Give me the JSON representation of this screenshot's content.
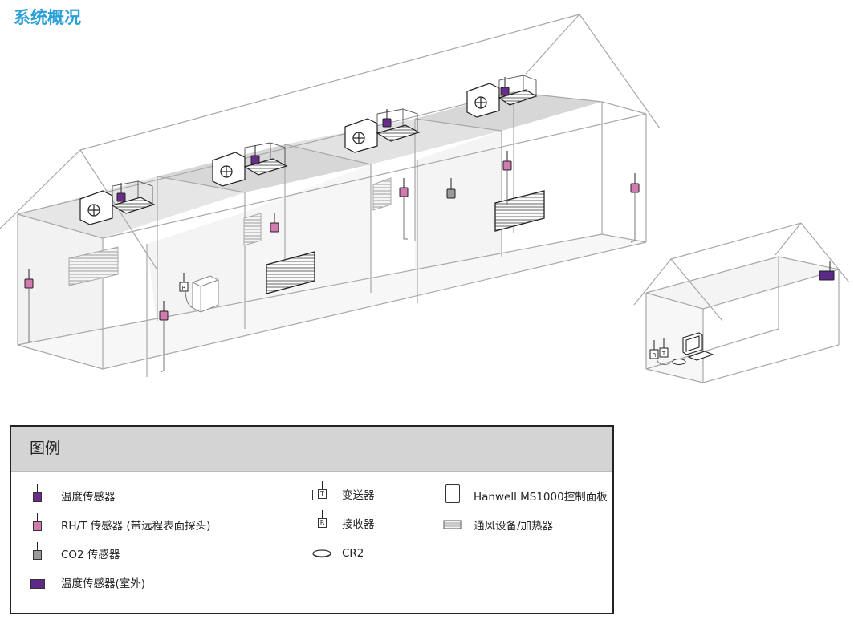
{
  "page_title": "系统概况",
  "legend": {
    "title": "图例",
    "items": [
      {
        "label": "温度传感器",
        "icon": "temperature-sensor-icon",
        "color": "#6a2c8a"
      },
      {
        "label": "RH/T 传感器 (带远程表面探头)",
        "icon": "rht-sensor-icon",
        "color": "#d17bb0"
      },
      {
        "label": "CO2 传感器",
        "icon": "co2-sensor-icon",
        "color": "#9a9a9a"
      },
      {
        "label": "温度传感器(室外)",
        "icon": "outdoor-temperature-sensor-icon",
        "color": "#5b2a86"
      },
      {
        "label": "变送器",
        "icon": "transmitter-icon",
        "symbol": "T"
      },
      {
        "label": "接收器",
        "icon": "receiver-icon",
        "symbol": "R"
      },
      {
        "label": "CR2",
        "icon": "cr2-icon"
      },
      {
        "label": "Hanwell MS1000控制面板",
        "icon": "control-panel-icon"
      },
      {
        "label": "通风设备/加热器",
        "icon": "ventilation-heater-icon"
      }
    ]
  },
  "diagram": {
    "receiver_symbol": "R",
    "transmitter_symbol": "T",
    "colors": {
      "title": "#2a9fd8",
      "line": "#a8a8a8",
      "temperature_sensor": "#6a2c8a",
      "rht_sensor": "#d17bb0",
      "co2_sensor": "#9a9a9a",
      "outdoor_sensor": "#5b2a86"
    }
  }
}
